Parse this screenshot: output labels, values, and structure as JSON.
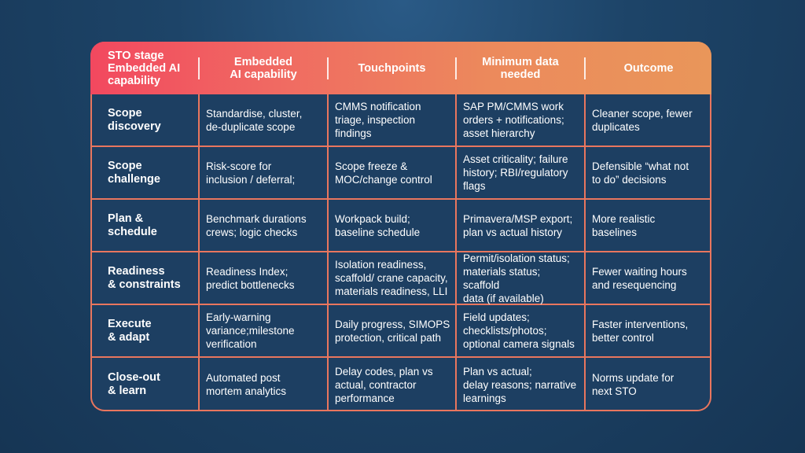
{
  "table": {
    "headers": [
      "STO stage\nEmbedded AI\ncapability",
      "Embedded\nAI capability",
      "Touchpoints",
      "Minimum data\nneeded",
      "Outcome"
    ],
    "rows": [
      {
        "stage": "Scope\ndiscovery",
        "ai": "Standardise, cluster,\nde-duplicate scope",
        "touchpoints": "CMMS notification\ntriage, inspection\nfindings",
        "data": "SAP PM/CMMS work\norders + notifications;\nasset hierarchy",
        "outcome": "Cleaner scope, fewer\nduplicates"
      },
      {
        "stage": "Scope\nchallenge",
        "ai": "Risk-score for\ninclusion /  deferral;",
        "touchpoints": "Scope freeze &\nMOC/change control",
        "data": "Asset criticality; failure\nhistory; RBI/regulatory\nflags",
        "outcome": "Defensible “what not\nto do” decisions"
      },
      {
        "stage": "Plan &\nschedule",
        "ai": "Benchmark durations\ncrews; logic checks",
        "touchpoints": "Workpack build;\nbaseline schedule",
        "data": "Primavera/MSP export;\nplan vs actual history",
        "outcome": "More realistic\nbaselines"
      },
      {
        "stage": "Readiness\n& constraints",
        "ai": "Readiness Index;\npredict bottlenecks",
        "touchpoints": "Isolation readiness,\nscaffold/ crane capacity,\nmaterials readiness, LLI",
        "data": "Permit/isolation status;\nmaterials status; scaffold\ndata (if available)",
        "outcome": "Fewer waiting hours\nand resequencing"
      },
      {
        "stage": "Execute\n& adapt",
        "ai": "Early-warning\nvariance;milestone\nverification",
        "touchpoints": "Daily progress, SIMOPS\nprotection, critical path",
        "data": "Field updates;\nchecklists/photos;\noptional camera signals",
        "outcome": "Faster interventions,\nbetter control"
      },
      {
        "stage": "Close-out\n& learn",
        "ai": "Automated post\nmortem analytics",
        "touchpoints": "Delay codes, plan vs\nactual, contractor\nperformance",
        "data": "Plan vs actual;\ndelay reasons; narrative\nlearnings",
        "outcome": "Norms update for\nnext STO"
      }
    ]
  },
  "colors": {
    "background": "#1d4468",
    "table_bg": "#1d3f62",
    "grid_line": "#e9765e",
    "header_start": "#f2485f",
    "header_end": "#e9965a",
    "text": "#ffffff"
  }
}
